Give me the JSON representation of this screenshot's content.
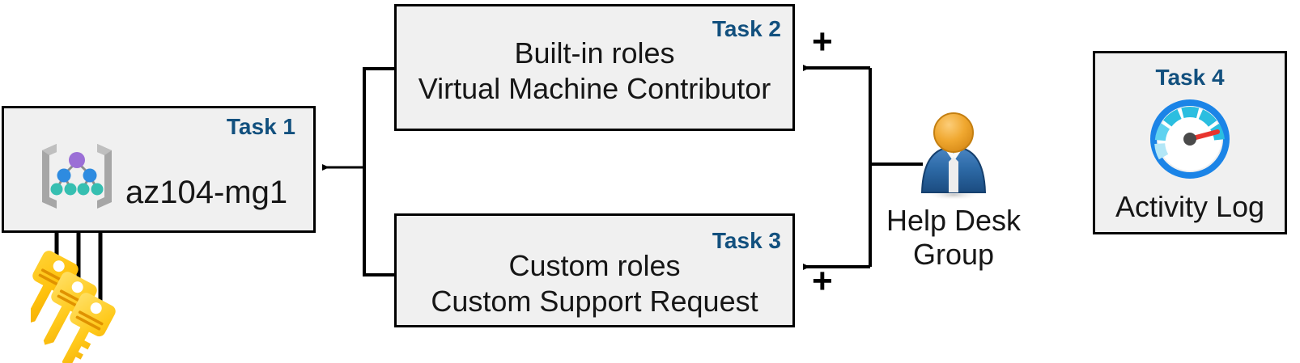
{
  "diagram": {
    "title": "Azure RBAC task diagram",
    "accent_color": "#12507E",
    "box_fill": "#F0F0F0",
    "box_border": "#000000"
  },
  "task1": {
    "tag": "Task 1",
    "label": "az104-mg1",
    "icon": "management-group-icon"
  },
  "task2": {
    "tag": "Task 2",
    "line1": "Built-in roles",
    "line2": "Virtual Machine Contributor"
  },
  "task3": {
    "tag": "Task 3",
    "line1": "Custom roles",
    "line2": "Custom Support Request"
  },
  "task4": {
    "tag": "Task 4",
    "label": "Activity Log",
    "icon": "gauge-icon"
  },
  "helpdesk": {
    "line1": "Help Desk",
    "line2": "Group",
    "label": "Help Desk Group",
    "icon": "user-group-icon"
  },
  "operators": {
    "plus_top": "+",
    "plus_bottom": "+"
  },
  "keys": {
    "icon": "keys-icon",
    "count": 3
  }
}
